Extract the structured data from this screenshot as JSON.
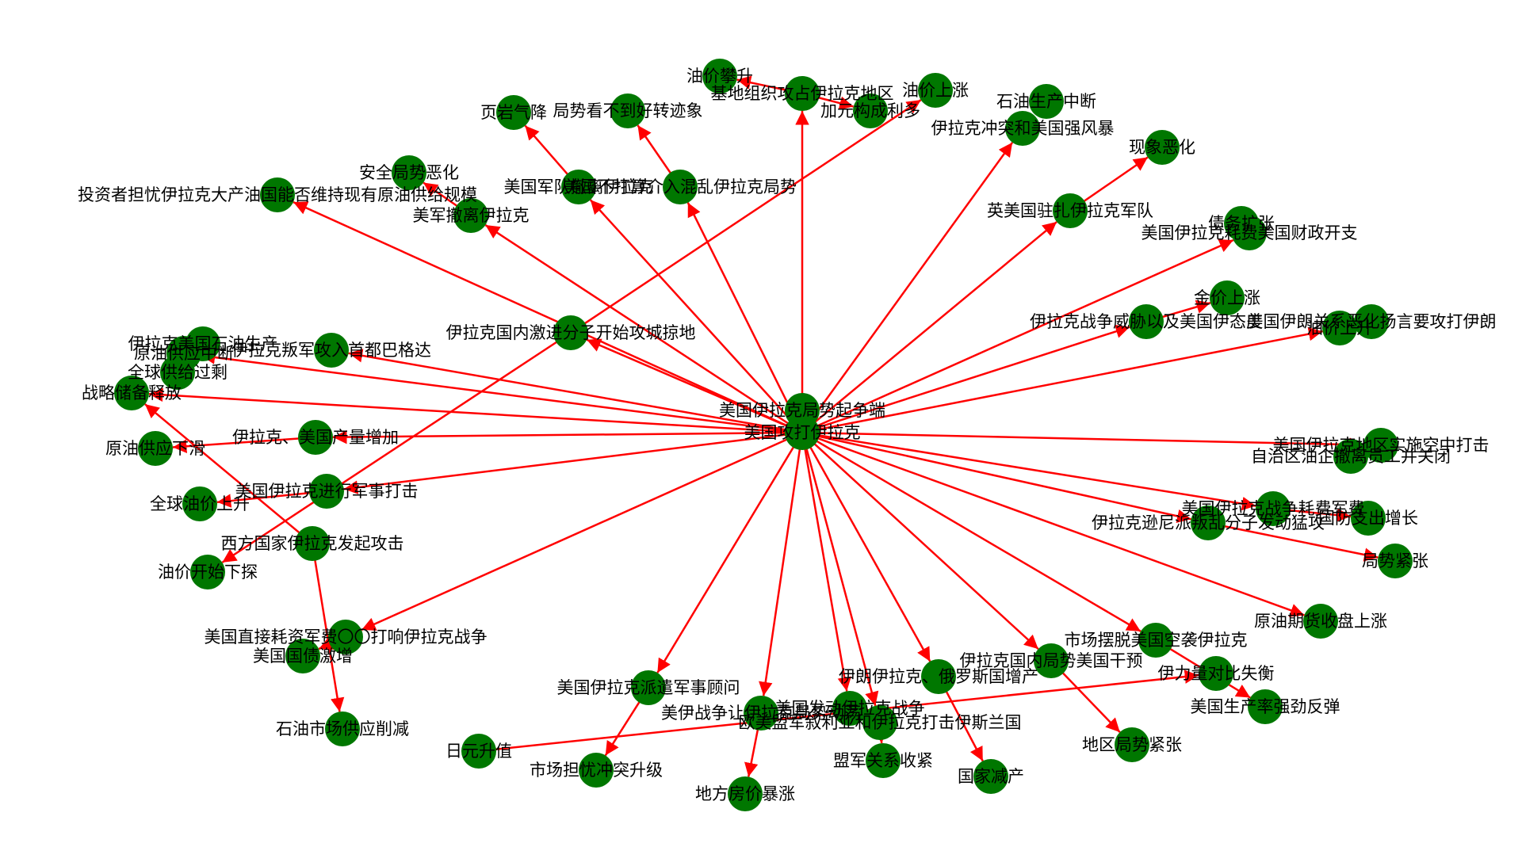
{
  "graph": {
    "node_color": "#007700",
    "edge_color": "#ff0000",
    "nodes": [
      {
        "id": "n0",
        "label": "美国伊拉克局势起争端"
      },
      {
        "id": "n1",
        "label": "美国攻打伊拉克"
      },
      {
        "id": "n2",
        "label": "油价攀升"
      },
      {
        "id": "n3",
        "label": "基地组织攻占伊拉克地区"
      },
      {
        "id": "n4",
        "label": "油价上涨"
      },
      {
        "id": "n5",
        "label": "加元构成利多"
      },
      {
        "id": "n6",
        "label": "石油生产中断"
      },
      {
        "id": "n7",
        "label": "伊拉克冲突和美国强风暴"
      },
      {
        "id": "n8",
        "label": "页岩气降"
      },
      {
        "id": "n9",
        "label": "局势看不到好转迹象"
      },
      {
        "id": "n10",
        "label": "现象恶化"
      },
      {
        "id": "n11",
        "label": "安全局势恶化"
      },
      {
        "id": "n12",
        "label": "美国军队撤离伊拉克"
      },
      {
        "id": "n13",
        "label": "美国不打算介入混乱伊拉克局势"
      },
      {
        "id": "n14",
        "label": "投资者担忧伊拉克大产油国能否维持现有原油供给规模"
      },
      {
        "id": "n15",
        "label": "美军撤离伊拉克"
      },
      {
        "id": "n16",
        "label": "英美国驻扎伊拉克军队"
      },
      {
        "id": "n17",
        "label": "债务扩张"
      },
      {
        "id": "n18",
        "label": "美国伊拉克耗费美国财政开支"
      },
      {
        "id": "n19",
        "label": "金价上涨"
      },
      {
        "id": "n20",
        "label": "伊拉克国内激进分子开始攻城掠地"
      },
      {
        "id": "n21",
        "label": "伊拉克战争威胁以及美国伊态度"
      },
      {
        "id": "n22",
        "label": "美国伊朗关系恶化扬言要攻打伊朗"
      },
      {
        "id": "n23",
        "label": "油价上升"
      },
      {
        "id": "n24",
        "label": "伊拉克美国石油生产"
      },
      {
        "id": "n25",
        "label": "原油供应中断"
      },
      {
        "id": "n26",
        "label": "伊拉克叛军攻入首都巴格达"
      },
      {
        "id": "n27",
        "label": "全球供给过剩"
      },
      {
        "id": "n28",
        "label": "战略储备释放"
      },
      {
        "id": "n29",
        "label": "原油供应下滑"
      },
      {
        "id": "n30",
        "label": "伊拉克、美国产量增加"
      },
      {
        "id": "n31",
        "label": "美国伊拉克地区实施空中打击"
      },
      {
        "id": "n32",
        "label": "自治区油企撤离员工并关闭"
      },
      {
        "id": "n33",
        "label": "美国伊拉克进行军事打击"
      },
      {
        "id": "n34",
        "label": "全球油价上升"
      },
      {
        "id": "n35",
        "label": "美国伊拉克战争耗费军费"
      },
      {
        "id": "n36",
        "label": "国防支出增长"
      },
      {
        "id": "n37",
        "label": "伊拉克逊尼派叛乱分子发动猛攻"
      },
      {
        "id": "n38",
        "label": "西方国家伊拉克发起攻击"
      },
      {
        "id": "n39",
        "label": "局势紧张"
      },
      {
        "id": "n40",
        "label": "油价开始下探"
      },
      {
        "id": "n41",
        "label": "原油期货收盘上涨"
      },
      {
        "id": "n42",
        "label": "美国直接耗资军费〇〇打响伊拉克战争"
      },
      {
        "id": "n43",
        "label": "美国国债激增"
      },
      {
        "id": "n44",
        "label": "市场摆脱美国空袭伊拉克"
      },
      {
        "id": "n45",
        "label": "伊拉克国内局势美国干预"
      },
      {
        "id": "n46",
        "label": "伊力量对比失衡"
      },
      {
        "id": "n47",
        "label": "美国生产率强劲反弹"
      },
      {
        "id": "n48",
        "label": "伊朗伊拉克、俄罗斯国增产"
      },
      {
        "id": "n49",
        "label": "美国伊拉克派遣军事顾问"
      },
      {
        "id": "n50",
        "label": "美伊战争让伊拉克局势动荡"
      },
      {
        "id": "n51",
        "label": "美国发动伊拉克战争"
      },
      {
        "id": "n52",
        "label": "欧美盟军叙利亚和伊拉克打击伊斯兰国"
      },
      {
        "id": "n53",
        "label": "石油市场供应削减"
      },
      {
        "id": "n54",
        "label": "日元升值"
      },
      {
        "id": "n55",
        "label": "市场担忧冲突升级"
      },
      {
        "id": "n56",
        "label": "地区局势紧张"
      },
      {
        "id": "n57",
        "label": "盟军关系收紧"
      },
      {
        "id": "n58",
        "label": "国家减产"
      },
      {
        "id": "n59",
        "label": "地方房价暴涨"
      }
    ],
    "edges": [
      [
        "n1",
        "n3"
      ],
      [
        "n1",
        "n7"
      ],
      [
        "n1",
        "n12"
      ],
      [
        "n1",
        "n13"
      ],
      [
        "n1",
        "n14"
      ],
      [
        "n1",
        "n15"
      ],
      [
        "n1",
        "n16"
      ],
      [
        "n1",
        "n18"
      ],
      [
        "n1",
        "n20"
      ],
      [
        "n1",
        "n21"
      ],
      [
        "n1",
        "n23"
      ],
      [
        "n1",
        "n26"
      ],
      [
        "n1",
        "n25"
      ],
      [
        "n1",
        "n30"
      ],
      [
        "n1",
        "n31"
      ],
      [
        "n1",
        "n33"
      ],
      [
        "n1",
        "n35"
      ],
      [
        "n1",
        "n37"
      ],
      [
        "n1",
        "n41"
      ],
      [
        "n1",
        "n42"
      ],
      [
        "n1",
        "n44"
      ],
      [
        "n1",
        "n45"
      ],
      [
        "n1",
        "n48"
      ],
      [
        "n1",
        "n49"
      ],
      [
        "n1",
        "n50"
      ],
      [
        "n1",
        "n51"
      ],
      [
        "n1",
        "n52"
      ],
      [
        "n1",
        "n28"
      ],
      [
        "n3",
        "n2"
      ],
      [
        "n3",
        "n5"
      ],
      [
        "n12",
        "n8"
      ],
      [
        "n13",
        "n9"
      ],
      [
        "n15",
        "n11"
      ],
      [
        "n16",
        "n10"
      ],
      [
        "n18",
        "n17"
      ],
      [
        "n21",
        "n19"
      ],
      [
        "n20",
        "n4"
      ],
      [
        "n20",
        "n40"
      ],
      [
        "n30",
        "n29"
      ],
      [
        "n33",
        "n34"
      ],
      [
        "n35",
        "n36"
      ],
      [
        "n37",
        "n39"
      ],
      [
        "n38",
        "n28"
      ],
      [
        "n38",
        "n53"
      ],
      [
        "n42",
        "n43"
      ],
      [
        "n44",
        "n47"
      ],
      [
        "n45",
        "n56"
      ],
      [
        "n48",
        "n58"
      ],
      [
        "n49",
        "n55"
      ],
      [
        "n50",
        "n59"
      ],
      [
        "n52",
        "n57"
      ],
      [
        "n54",
        "n46"
      ]
    ]
  }
}
